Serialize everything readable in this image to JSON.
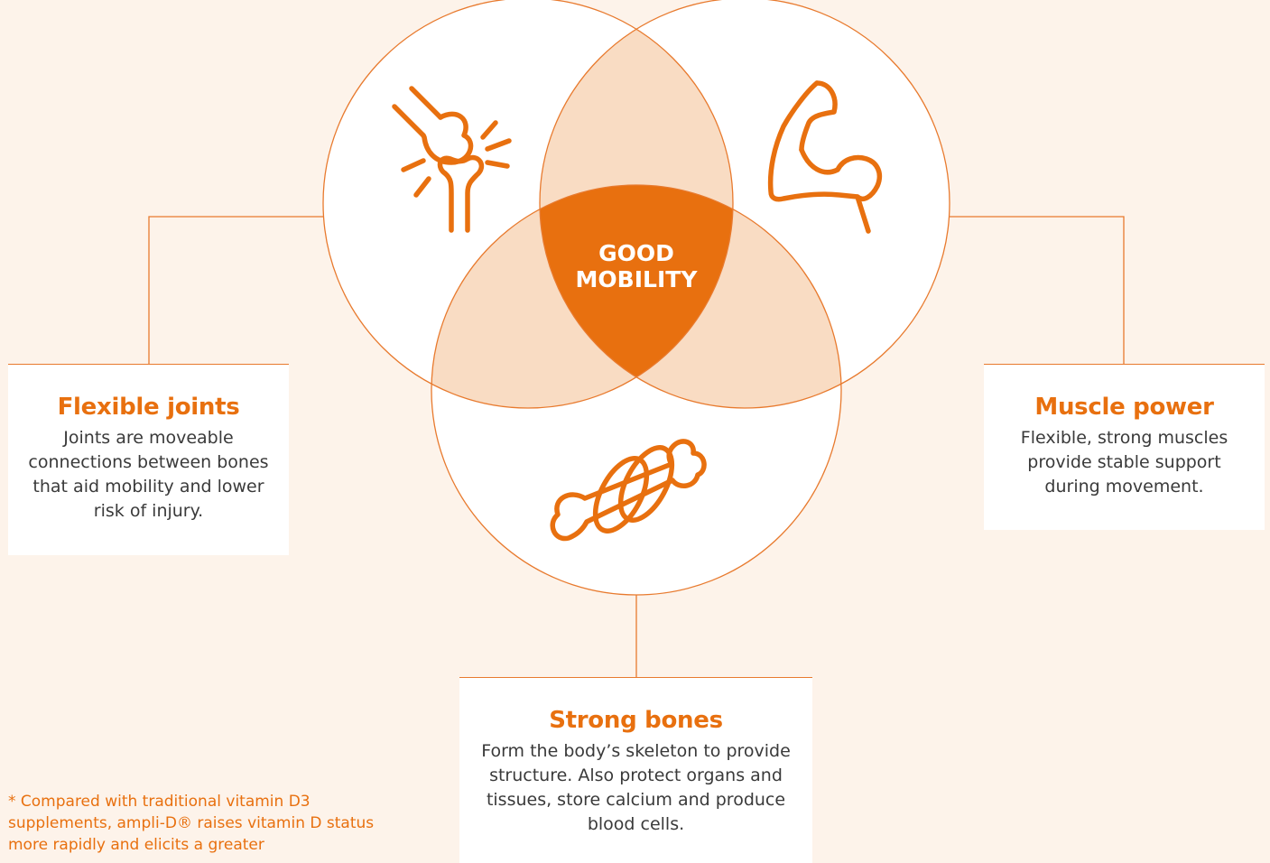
{
  "center": {
    "line1": "GOOD",
    "line2": "MOBILITY"
  },
  "cards": {
    "joints": {
      "title": "Flexible joints",
      "text": "Joints are moveable connections between bones that aid mobility and lower risk of injury."
    },
    "muscle": {
      "title": "Muscle power",
      "text": "Flexible, strong muscles provide stable support during movement."
    },
    "bones": {
      "title": "Strong bones",
      "text": "Form the body’s skeleton to provide structure. Also protect organs and tissues, store calcium and produce blood cells."
    }
  },
  "footnote": "* Compared with traditional vitamin D3 supplements, ampli-D® raises vitamin D status more rapidly and elicits a greater",
  "icons": {
    "joints": "joint-pain-icon",
    "muscle": "flexed-arm-icon",
    "bones": "bone-with-rings-icon"
  },
  "colors": {
    "accent": "#e8700f",
    "overlap": "#f9dcc3",
    "background": "#fdf3ea",
    "circle": "#ffffff"
  }
}
